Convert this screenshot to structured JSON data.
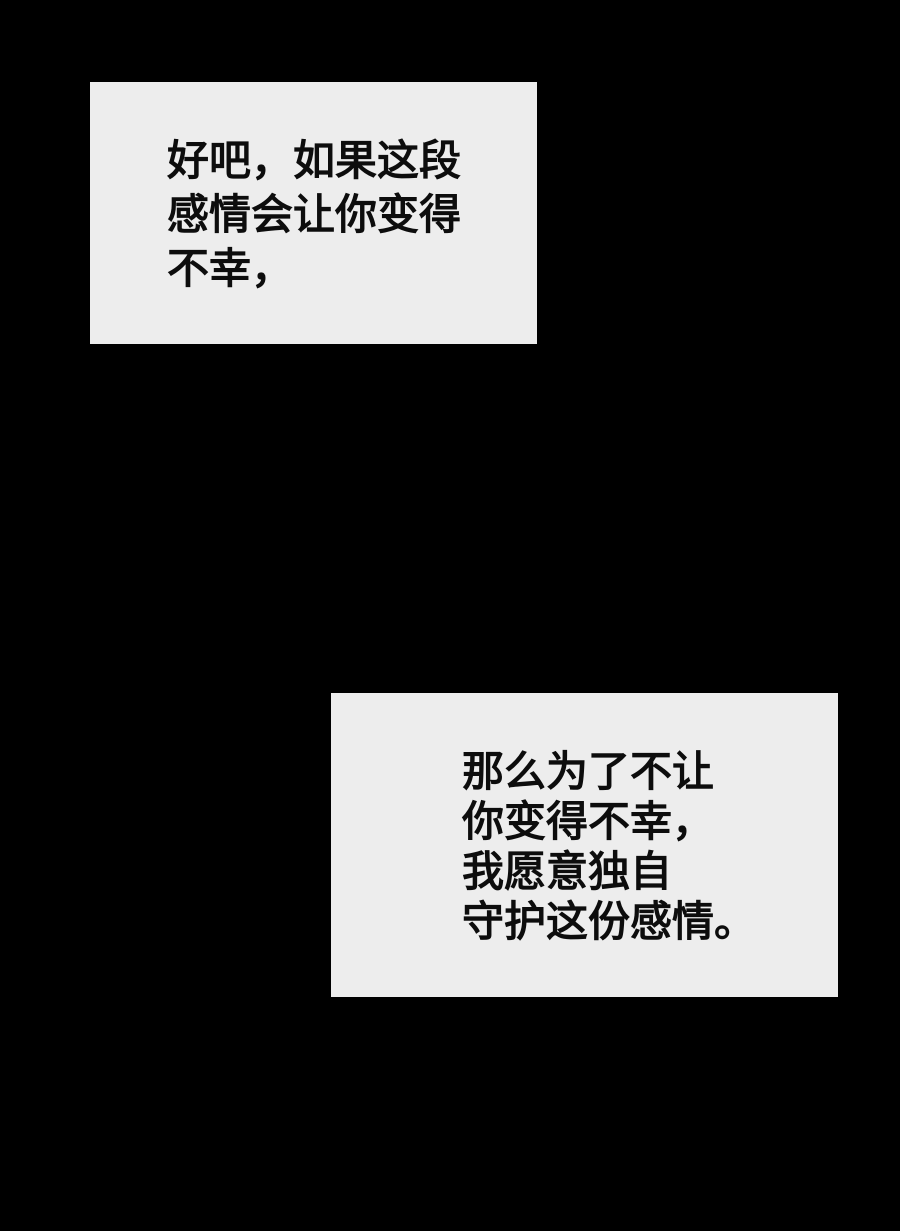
{
  "page": {
    "type": "comic-panel",
    "background_color": "#000000"
  },
  "speech_boxes": [
    {
      "id": "speech-box-1",
      "background_color": "#ededed",
      "text_color": "#0d0d0d",
      "lines": [
        "好吧，如果这段",
        "感情会让你变得",
        "不幸，"
      ]
    },
    {
      "id": "speech-box-2",
      "background_color": "#ededed",
      "text_color": "#0d0d0d",
      "lines": [
        "那么为了不让",
        "你变得不幸，",
        "我愿意独自",
        "守护这份感情。"
      ]
    }
  ]
}
